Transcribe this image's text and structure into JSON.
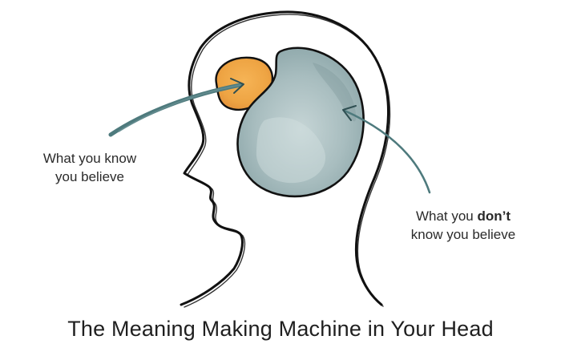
{
  "title": "The Meaning Making Machine in Your Head",
  "labels": {
    "known_line1": "What you know",
    "known_line2": "you believe",
    "unknown_part1": "What you ",
    "unknown_emphasis": "don’t",
    "unknown_line2": "know you believe"
  },
  "colors": {
    "known_fill": "#f1a94a",
    "unknown_fill": "#9db4b6",
    "arrow": "#4e7a7d",
    "ink": "#111111"
  }
}
